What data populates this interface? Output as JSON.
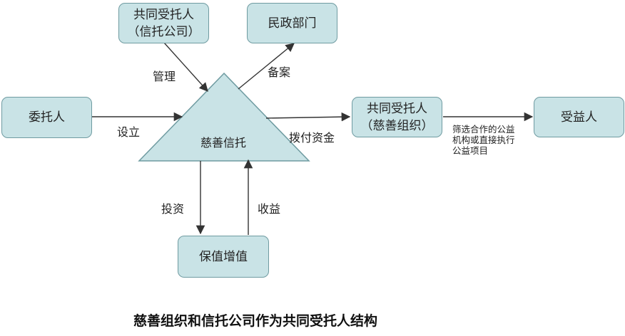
{
  "nodes": {
    "co_trustee_trust": {
      "line1": "共同受托人",
      "line2": "（信托公司）"
    },
    "civil_affairs": {
      "label": "民政部门"
    },
    "settlor": {
      "label": "委托人"
    },
    "charitable_trust": {
      "label": "慈善信托"
    },
    "co_trustee_charity": {
      "line1": "共同受托人",
      "line2": "（慈善组织）"
    },
    "beneficiary": {
      "label": "受益人"
    },
    "preservation": {
      "label": "保值增值"
    }
  },
  "edges": {
    "manage": "管理",
    "record": "备案",
    "establish": "设立",
    "allocate_funds": "拨付资金",
    "invest": "投资",
    "income": "收益",
    "select": [
      "筛选合作的公益",
      "机构或直接执行",
      "公益项目"
    ]
  },
  "caption": "慈善组织和信托公司作为共同受托人结构",
  "colors": {
    "node_fill": "#c9e3e6",
    "node_border": "#6f9ba1",
    "arrow": "#333333"
  }
}
